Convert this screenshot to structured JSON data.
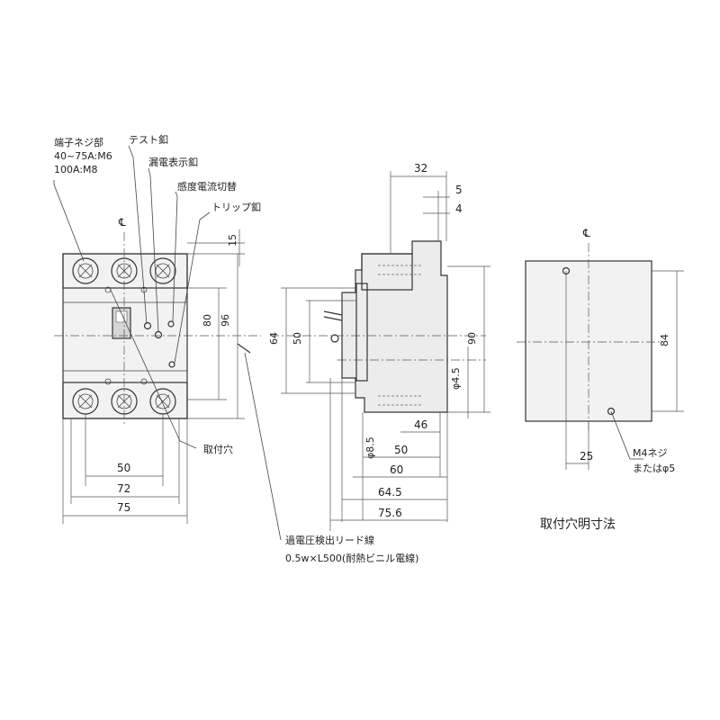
{
  "callouts": {
    "terminal_screw_line1": "端子ネジ部",
    "terminal_screw_line2": "40~75A:M6",
    "terminal_screw_line3": "100A:M8",
    "test_button": "テスト釦",
    "leak_indicator": "漏電表示釦",
    "sensitivity_switch": "感度電流切替",
    "trip_button": "トリップ釦",
    "mounting_hole": "取付穴",
    "lead_wire_line1": "過電圧検出リード線",
    "lead_wire_line2": "0.5w×L500(耐熱ビニル電線)",
    "screw_spec_line1": "M4ネジ",
    "screw_spec_line2": "またはφ5",
    "centerline_symbol_front": "℄",
    "centerline_symbol_panel": "℄"
  },
  "front_view_dims": {
    "d15": "15",
    "d80": "80",
    "d96": "96",
    "d50": "50",
    "d72": "72",
    "d75": "75"
  },
  "side_view_dims": {
    "d32": "32",
    "d5": "5",
    "d4": "4",
    "d64": "64",
    "d50v": "50",
    "d90": "90",
    "phi45": "φ4.5",
    "phi85": "φ8.5",
    "d46": "46",
    "d50h": "50",
    "d60": "60",
    "d645": "64.5",
    "d756": "75.6"
  },
  "panel_view_dims": {
    "d84": "84",
    "d25": "25"
  },
  "panel_caption": "取付穴明寸法"
}
